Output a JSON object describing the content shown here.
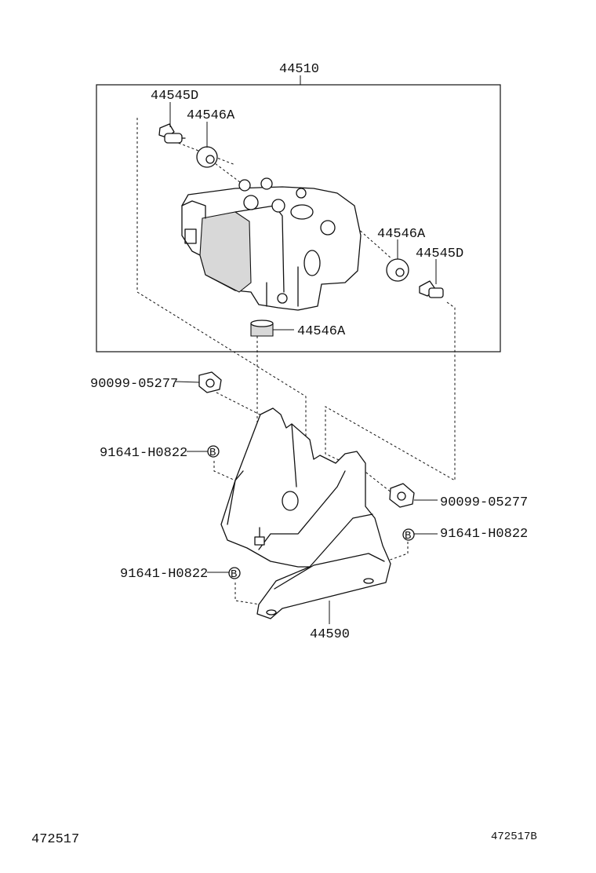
{
  "diagram": {
    "assembly_label": "44510",
    "bracket_label": "44590",
    "parts": {
      "cushion_top_left_bolt": "44545D",
      "cushion_top_left": "44546A",
      "cushion_right": "44546A",
      "cushion_right_bolt": "44545D",
      "cushion_bottom": "44546A",
      "bolt_left": "90099-05277",
      "bolt_right": "90099-05277",
      "bolt_b_left_upper": "91641-H0822",
      "bolt_b_right": "91641-H0822",
      "bolt_b_left_lower": "91641-H0822"
    },
    "b_marker": "B",
    "footer_left": "472517",
    "footer_right": "472517B"
  }
}
